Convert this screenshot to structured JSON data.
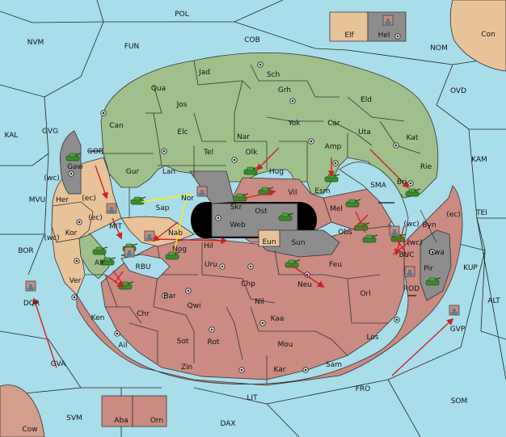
{
  "colors": {
    "sea": "#a9dde9",
    "green": "#9fc08b",
    "tan": "#e8c39a",
    "red": "#c98b82",
    "grey": "#8d8d8d",
    "tank": "#3c8a2c",
    "fleet": "#5a7e8c",
    "arrow": "#cc2222",
    "support": "#ffee00"
  },
  "sea_labels": [
    "POL",
    "NVM",
    "FUN",
    "COB",
    "NOM",
    "OVD",
    "KAL",
    "GVG",
    "KAM",
    "TEI",
    "MVU",
    "BOR",
    "ALT",
    "KUP",
    "GVA",
    "SVM",
    "LIT",
    "DAX",
    "FRO",
    "SOM",
    "SMA",
    "GOR",
    "MIT",
    "RBU",
    "BUC",
    "ROD",
    "GVP",
    "DQR"
  ],
  "green_labels": [
    "Jad",
    "Sch",
    "Qua",
    "Grh",
    "Jos",
    "Eld",
    "Can",
    "Yok",
    "Car",
    "Elc",
    "Nar",
    "Uta",
    "Kat",
    "Tel",
    "Olk",
    "Amp",
    "Gur",
    "Lan",
    "Hug",
    "Rie",
    "Esm",
    "Bri",
    "Gaw",
    "Kor",
    "Alr"
  ],
  "tan_labels": [
    "Elf",
    "Con",
    "Her",
    "Sap",
    "Byn",
    "Nab",
    "Nog",
    "Ver",
    "Chp",
    "Ail",
    "Sam",
    "Eun",
    "Aba",
    "Orn",
    "Cow"
  ],
  "red_labels": [
    "Vil",
    "Mel",
    "Obs",
    "Hil",
    "Uru",
    "Feu",
    "Neu",
    "Orl",
    "Bar",
    "Qwi",
    "Nil",
    "Ken",
    "Chr",
    "Kaa",
    "Sot",
    "Rot",
    "Mou",
    "Los",
    "Zin",
    "Kar",
    "Gwa",
    "Pir"
  ],
  "grey_labels": [
    "Hel",
    "Nor",
    "Skr",
    "Ost",
    "Web",
    "Sun"
  ],
  "coast_tags": [
    "(wc)",
    "(ec)",
    "(ec)",
    "(wc)",
    "(ec)",
    "(wc)",
    "(wc)"
  ]
}
